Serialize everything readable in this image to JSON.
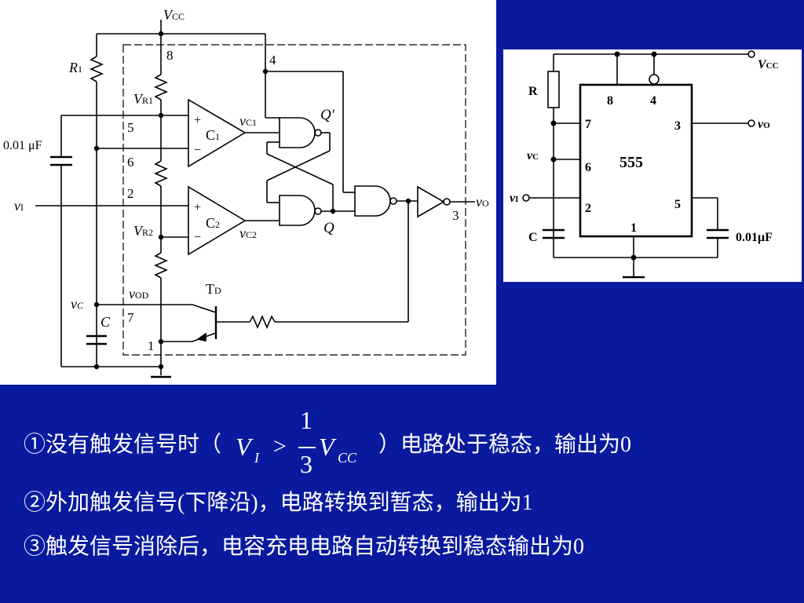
{
  "circuit": {
    "vcc": "V",
    "vcc_sub": "CC",
    "r1": "R",
    "r1_sub": "1",
    "cap_001": "0.01 μF",
    "vr1": "V",
    "vr1_sub": "R1",
    "vr2": "V",
    "vr2_sub": "R2",
    "pin8": "8",
    "pin4": "4",
    "pin5": "5",
    "pin6": "6",
    "pin2": "2",
    "pin7": "7",
    "pin1": "1",
    "pin3": "3",
    "c1_label": "C",
    "c1_sub": "1",
    "c2_label": "C",
    "c2_sub": "2",
    "plus": "+",
    "minus": "−",
    "vc1": "v",
    "vc1_sub": "C1",
    "vc2": "v",
    "vc2_sub": "C2",
    "qprime": "Q′",
    "q": "Q",
    "vi": "v",
    "vi_sub": "I",
    "vo": "v",
    "vo_sub": "O",
    "vod": "v",
    "vod_sub": "OD",
    "td": "T",
    "td_sub": "D",
    "vc": "v",
    "vc_sub": "C",
    "cap_c": "C"
  },
  "chip": {
    "vcc": "V",
    "vcc_sub": "CC",
    "r": "R",
    "pin8": "8",
    "pin4": "4",
    "pin7": "7",
    "pin3": "3",
    "pin6": "6",
    "pin2": "2",
    "pin5": "5",
    "pin1": "1",
    "name": "555",
    "vo": "v",
    "vo_sub": "O",
    "vc": "v",
    "vc_sub": "C",
    "vi": "v",
    "vi_sub": "I",
    "cap_c": "C",
    "cap_001": "0.01μF"
  },
  "notes": {
    "note1_before": "①没有触发信号时（",
    "note1_formula": {
      "v": "V",
      "sub_i": "I",
      "gt": ">",
      "num": "1",
      "den": "3",
      "v2": "V",
      "sub_cc": "CC"
    },
    "note1_after": "）电路处于稳态，输出为0",
    "note2": "②外加触发信号(下降沿)，电路转换到暂态，输出为1",
    "note3": "③触发信号消除后，电容充电电路自动转换到稳态输出为0"
  }
}
